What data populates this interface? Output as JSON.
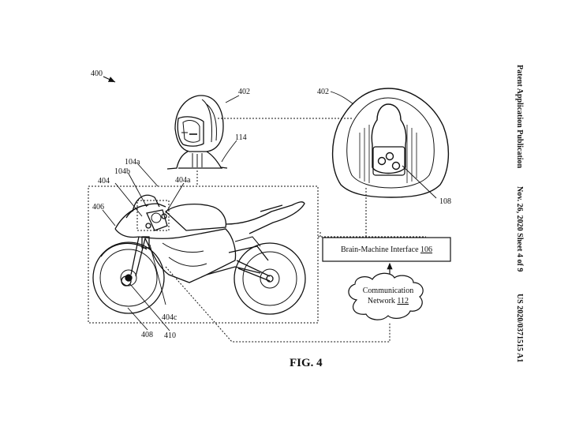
{
  "header": {
    "publication": "Patent Application Publication",
    "date_sheet": "Nov. 26, 2020  Sheet 4 of 9",
    "number": "US 2020/0371515 A1"
  },
  "figure": {
    "title": "FIG. 4",
    "refs": {
      "system": "400",
      "helmet_top": "402",
      "helmet_rider": "402",
      "rider": "114",
      "grip_a": "104a",
      "grip_b": "104b",
      "sensor_a": "404a",
      "handle": "404",
      "fork": "406",
      "sensor_c": "404c",
      "wheel": "408",
      "hub": "410",
      "bmi_chip": "108"
    },
    "bmi_box": {
      "label": "Brain-Machine Interface",
      "ref": "106"
    },
    "network": {
      "label_line1": "Communication",
      "label_line2": "Network",
      "ref": "112"
    }
  }
}
